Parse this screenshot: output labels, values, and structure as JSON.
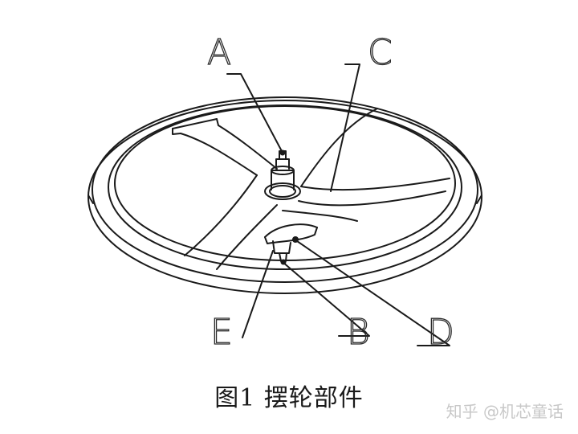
{
  "figure": {
    "caption": "图1 摆轮部件",
    "watermark": "知乎 @机芯童话"
  },
  "labels": {
    "A": "A",
    "B": "B",
    "C": "C",
    "D": "D",
    "E": "E"
  },
  "colors": {
    "line": "#1a1a1a",
    "background": "#ffffff",
    "watermark": "#c8c8c8"
  }
}
